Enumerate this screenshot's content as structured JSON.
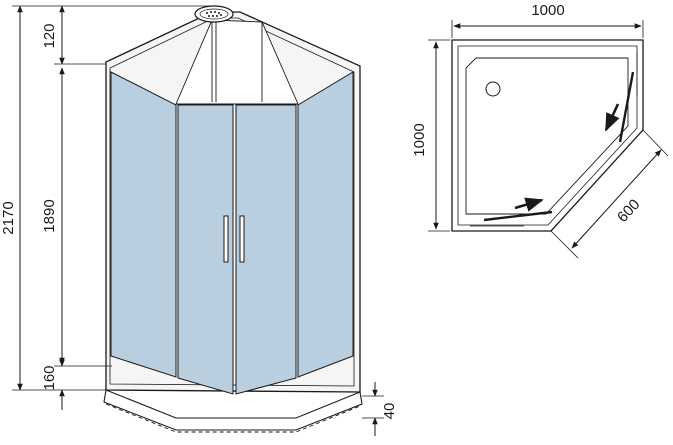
{
  "dimensions": {
    "total_height": "2170",
    "top_height": "120",
    "door_height": "1890",
    "bottom_height": "160",
    "tray_height": "40",
    "plan_width": "1000",
    "plan_depth": "1000",
    "diagonal_side": "600"
  },
  "colors": {
    "glass": "#b9cfe0",
    "line": "#1a1a1a",
    "frame_fill": "#f4f4f4"
  }
}
